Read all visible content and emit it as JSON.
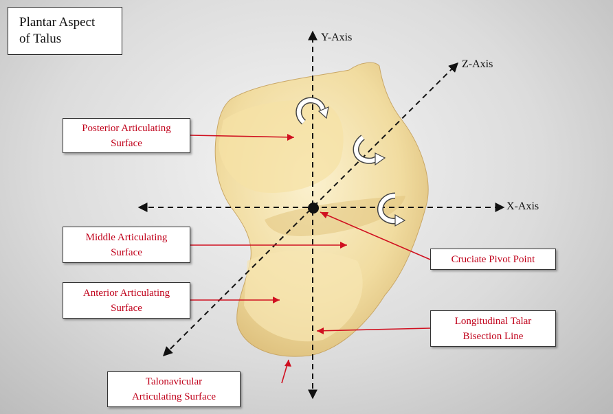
{
  "title": {
    "line1": "Plantar Aspect",
    "line2": "of Talus"
  },
  "axes": {
    "y": "Y-Axis",
    "z": "Z-Axis",
    "x": "X-Axis"
  },
  "labels": {
    "posterior": {
      "line1": "Posterior Articulating",
      "line2": "Surface"
    },
    "middle": {
      "line1": "Middle Articulating",
      "line2": "Surface"
    },
    "anterior": {
      "line1": "Anterior Articulating",
      "line2": "Surface"
    },
    "talonavicular": {
      "line1": "Talonavicular",
      "line2": "Articulating Surface"
    },
    "pivot": {
      "line1": "Cruciate Pivot Point"
    },
    "bisection": {
      "line1": "Longitudinal Talar",
      "line2": "Bisection Line"
    }
  },
  "colors": {
    "label_text": "#c0001a",
    "leader_line": "#d01020",
    "axis_line": "#111111",
    "bone": "#f3e2ae"
  }
}
